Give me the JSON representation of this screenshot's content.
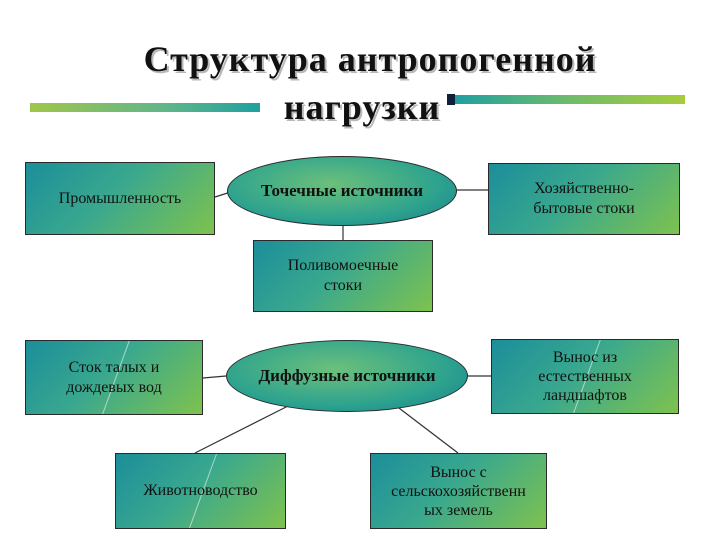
{
  "title": {
    "line1": "Структура антропогенной",
    "line2": "нагрузки"
  },
  "nodes": {
    "industry": "Промышленность",
    "point_sources": "Точечные источники",
    "household": "Хозяйственно-\nбытовые стоки",
    "irrigation": "Поливомоечные\nстоки",
    "melt_rain": "Сток талых и\nдождевых вод",
    "diffuse_sources": "Диффузные источники",
    "natural_landscapes": "Вынос из\nестественных\nландшафтов",
    "livestock": "Животноводство",
    "agricultural": "Вынос с\nсельскохозяйственн\nых земель"
  },
  "colors": {
    "accent_green": "#7ec24e",
    "accent_teal": "#1b8e9a"
  }
}
